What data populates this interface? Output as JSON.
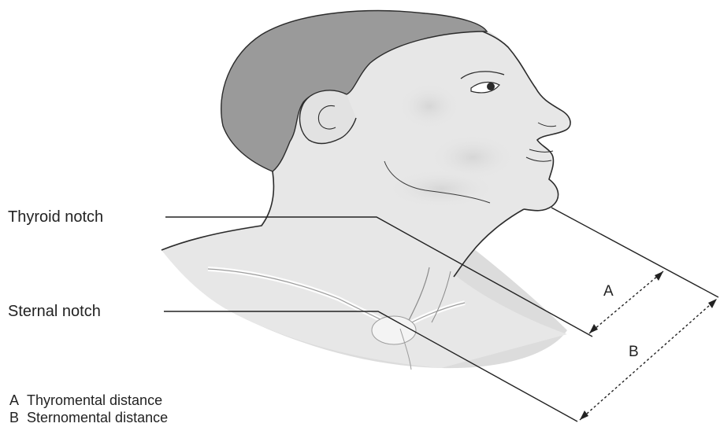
{
  "labels": {
    "thyroid_notch": "Thyroid notch",
    "sternal_notch": "Sternal notch"
  },
  "measurements": [
    {
      "letter": "A",
      "name": "Thyromental distance"
    },
    {
      "letter": "B",
      "name": "Sternomental distance"
    }
  ],
  "colors": {
    "skin": "#e7e7e7",
    "skin_shadow": "#d3d3d3",
    "hair": "#9a9a9a",
    "outline": "#2b2b2b",
    "text": "#222222"
  }
}
